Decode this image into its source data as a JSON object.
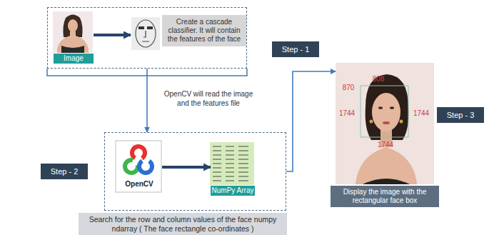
{
  "diagram": {
    "nodes": [
      {
        "text": [
          "Step - 1"
        ]
      },
      {
        "text": [
          "Image"
        ],
        "in": 0
      },
      {
        "text": [
          "Create a cascade classifier. It will contain the features of the face"
        ],
        "in": 0
      },
      {
        "text": [
          "Step - 2"
        ]
      },
      {
        "text": [
          "OpenCV"
        ],
        "in": 3
      },
      {
        "text": [
          "NumPy Array"
        ],
        "in": 3
      },
      {
        "text": [
          "Search for the row and column values of the face numpy ndarray ( The face rectangle co-ordinates )"
        ]
      },
      {
        "text": [
          "Step - 3",
          "Display the image with the rectangular face box"
        ]
      }
    ],
    "edges": [
      {
        "from": 1,
        "to": 2,
        "arrow": "to"
      },
      {
        "from": 0,
        "to": 3,
        "arrow": "to",
        "label": "OpenCV will read the image and the features file"
      },
      {
        "from": 4,
        "to": 5,
        "arrow": "to"
      },
      {
        "from": 3,
        "to": 7,
        "arrow": "to"
      }
    ],
    "labels": [
      "808",
      "870",
      "1744",
      "1744",
      "1744"
    ]
  }
}
